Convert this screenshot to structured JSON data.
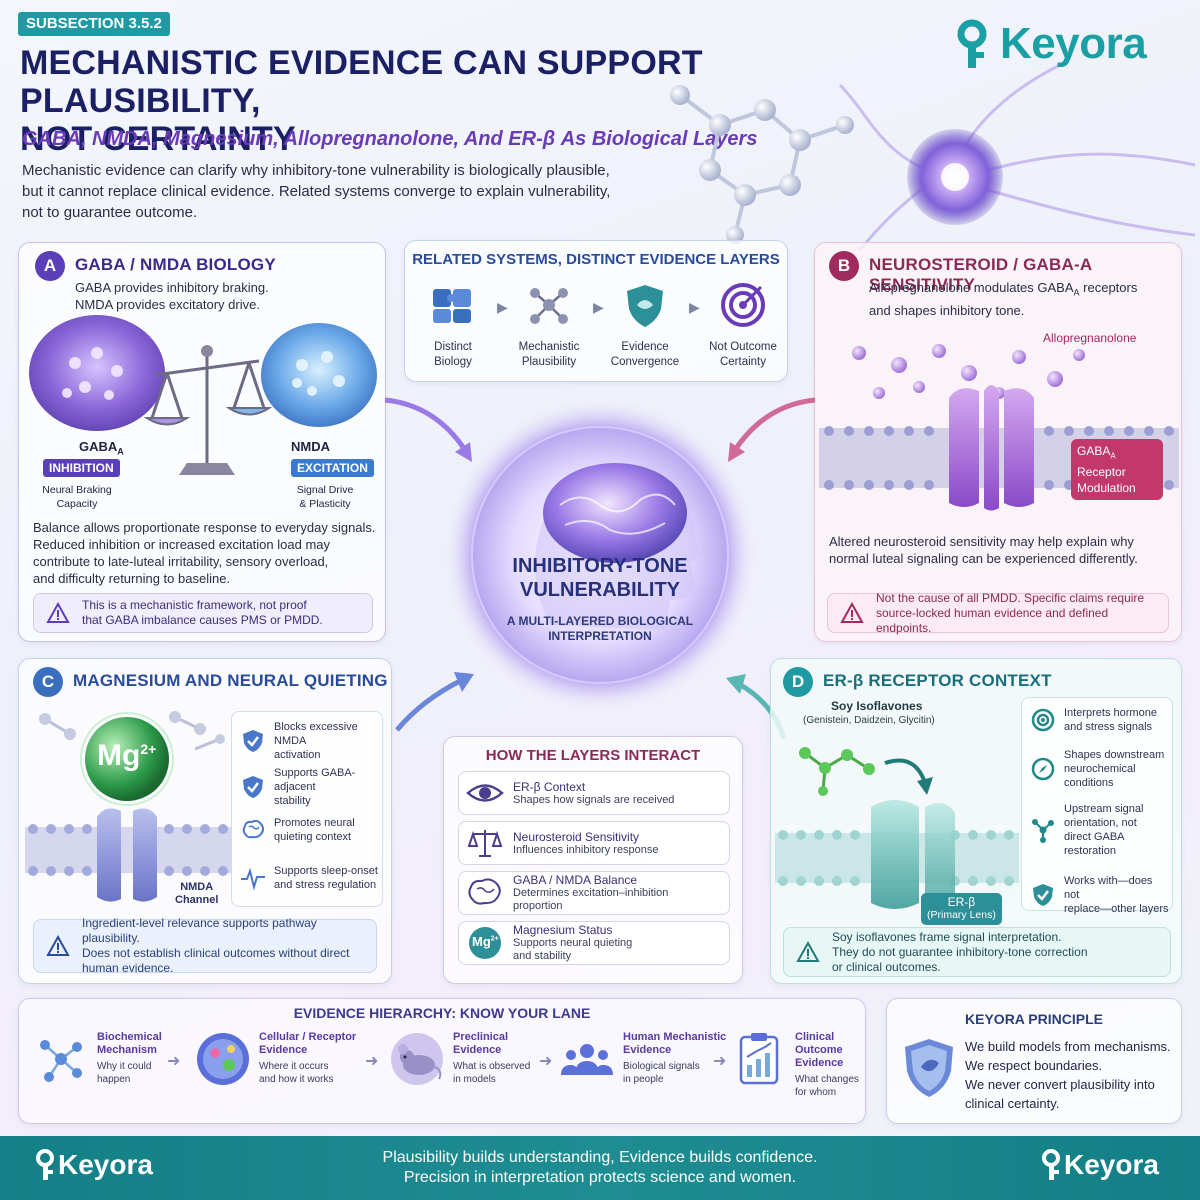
{
  "header": {
    "subsection": "SUBSECTION 3.5.2",
    "title_line1": "MECHANISTIC EVIDENCE CAN SUPPORT PLAUSIBILITY,",
    "title_line2": "NOT CERTAINTY",
    "subtitle": "GABA, NMDA, Magnesium, Allopregnanolone, And ER-β As Biological Layers",
    "intro_line1": "Mechanistic evidence can clarify why inhibitory-tone vulnerability is biologically plausible,",
    "intro_line2": "but it cannot replace clinical evidence. Related systems converge to explain vulnerability,",
    "intro_line3": "not to guarantee outcome.",
    "brand": "Keyora"
  },
  "colors": {
    "teal": "#1aa0a4",
    "navy": "#1b1f63",
    "purple": "#6a3bb8",
    "magenta": "#8a2a55"
  },
  "panel_a": {
    "badge": "A",
    "title": "GABA / NMDA BIOLOGY",
    "line1": "GABA provides inhibitory braking.",
    "line2": "NMDA provides excitatory drive.",
    "gaba_label": "GABA",
    "gaba_sub": "A",
    "nmda_label": "NMDA",
    "inhibition_tag": "INHIBITION",
    "excitation_tag": "EXCITATION",
    "inhibition_desc1": "Neural Braking",
    "inhibition_desc2": "Capacity",
    "excitation_desc1": "Signal Drive",
    "excitation_desc2": "& Plasticity",
    "body1": "Balance allows proportionate response to everyday signals.",
    "body2": "Reduced inhibition or increased excitation load may",
    "body3": "contribute to late-luteal irritability, sensory overload,",
    "body4": "and difficulty returning to baseline.",
    "note1": "This is a mechanistic framework, not proof",
    "note2": "that GABA imbalance causes PMS or PMDD."
  },
  "related": {
    "title": "RELATED SYSTEMS, DISTINCT EVIDENCE LAYERS",
    "steps": [
      {
        "l1": "Distinct",
        "l2": "Biology",
        "icon": "puzzle-icon"
      },
      {
        "l1": "Mechanistic",
        "l2": "Plausibility",
        "icon": "molecule-icon"
      },
      {
        "l1": "Evidence",
        "l2": "Convergence",
        "icon": "shield-icon"
      },
      {
        "l1": "Not Outcome",
        "l2": "Certainty",
        "icon": "target-icon"
      }
    ]
  },
  "panel_b": {
    "badge": "B",
    "title": "NEUROSTEROID / GABA-A SENSITIVITY",
    "line1a": "Allopregnanolone modulates GABA",
    "line1_sub": "A",
    "line1b": " receptors",
    "line2": "and shapes inhibitory tone.",
    "allo_label": "Allopregnanolone",
    "receptor_l1": "GABA",
    "receptor_sub": "A",
    "receptor_l2": "Receptor",
    "receptor_l3": "Modulation",
    "body1": "Altered neurosteroid sensitivity may help explain why",
    "body2": "normal luteal signaling can be experienced differently.",
    "note1": "Not the cause of all PMDD. Specific claims require",
    "note2": "source-locked human evidence and defined endpoints."
  },
  "center": {
    "title_l1": "INHIBITORY-TONE",
    "title_l2": "VULNERABILITY",
    "sub_l1": "A MULTI-LAYERED BIOLOGICAL",
    "sub_l2": "INTERPRETATION"
  },
  "panel_c": {
    "badge": "C",
    "title": "MAGNESIUM AND NEURAL QUIETING",
    "mg_label": "Mg",
    "mg_charge": "2+",
    "channel_l1": "NMDA",
    "channel_l2": "Channel",
    "items": [
      {
        "l1": "Blocks excessive NMDA",
        "l2": "activation",
        "icon": "shield-check-icon"
      },
      {
        "l1": "Supports GABA-adjacent",
        "l2": "stability",
        "icon": "shield-check-icon"
      },
      {
        "l1": "Promotes neural",
        "l2": "quieting context",
        "icon": "brain-icon"
      },
      {
        "l1": "Supports sleep-onset",
        "l2": "and stress regulation",
        "icon": "pulse-icon"
      }
    ],
    "note1": "Ingredient-level relevance supports pathway plausibility.",
    "note2": "Does not establish clinical outcomes without direct",
    "note3": "human evidence."
  },
  "interact": {
    "title": "HOW THE LAYERS INTERACT",
    "rows": [
      {
        "t1": "ER-β Context",
        "t2a": "Shapes how signals are received",
        "t2b": "",
        "icon": "eye-icon"
      },
      {
        "t1": "Neurosteroid Sensitivity",
        "t2a": "Influences inhibitory response",
        "t2b": "",
        "icon": "scale-icon"
      },
      {
        "t1": "GABA / NMDA Balance",
        "t2a": "Determines excitation–inhibition",
        "t2b": "proportion",
        "icon": "brain-icon"
      },
      {
        "t1": "Magnesium Status",
        "t2a": "Supports neural quieting",
        "t2b": "and stability",
        "icon": "magnesium-icon"
      }
    ],
    "mg_icon_text": "Mg",
    "mg_icon_charge": "2+"
  },
  "panel_d": {
    "badge": "D",
    "title": "ER-β RECEPTOR CONTEXT",
    "soy_l1": "Soy Isoflavones",
    "soy_l2": "(Genistein, Daidzein, Glycitin)",
    "er_l1": "ER-β",
    "er_l2": "(Primary Lens)",
    "items": [
      {
        "l1": "Interprets hormone",
        "l2": "and stress signals",
        "l3": "",
        "l4": "",
        "icon": "target-icon"
      },
      {
        "l1": "Shapes downstream",
        "l2": "neurochemical",
        "l3": "conditions",
        "l4": "",
        "icon": "compass-icon"
      },
      {
        "l1": "Upstream signal",
        "l2": "orientation, not",
        "l3": "direct GABA",
        "l4": "restoration",
        "icon": "molecule-icon"
      },
      {
        "l1": "Works with—does not",
        "l2": "replace—other layers",
        "l3": "",
        "l4": "",
        "icon": "shield-check-icon"
      }
    ],
    "note1": "Soy isoflavones frame signal interpretation.",
    "note2": "They do not guarantee inhibitory-tone correction",
    "note3": "or clinical outcomes."
  },
  "hierarchy": {
    "title": "EVIDENCE HIERARCHY: KNOW YOUR LANE",
    "steps": [
      {
        "t1a": "Biochemical",
        "t1b": "Mechanism",
        "t2a": "Why it could",
        "t2b": "happen",
        "icon": "molecule-icon"
      },
      {
        "t1a": "Cellular / Receptor",
        "t1b": "Evidence",
        "t2a": "Where it occurs",
        "t2b": "and how it works",
        "icon": "cell-icon"
      },
      {
        "t1a": "Preclinical",
        "t1b": "Evidence",
        "t2a": "What is observed",
        "t2b": "in models",
        "icon": "mouse-icon"
      },
      {
        "t1a": "Human Mechanistic",
        "t1b": "Evidence",
        "t2a": "Biological signals",
        "t2b": "in people",
        "icon": "people-icon"
      },
      {
        "t1a": "Clinical Outcome",
        "t1b": "Evidence",
        "t2a": "What changes",
        "t2b": "for whom",
        "icon": "clipboard-chart-icon"
      }
    ]
  },
  "principle": {
    "title": "KEYORA PRINCIPLE",
    "l1": "We build models from mechanisms.",
    "l2": "We respect boundaries.",
    "l3": "We never convert plausibility into",
    "l4": "clinical certainty."
  },
  "footer": {
    "line1": "Plausibility builds understanding, Evidence builds confidence.",
    "line2": "Precision in interpretation protects science and women.",
    "brand": "Keyora"
  }
}
